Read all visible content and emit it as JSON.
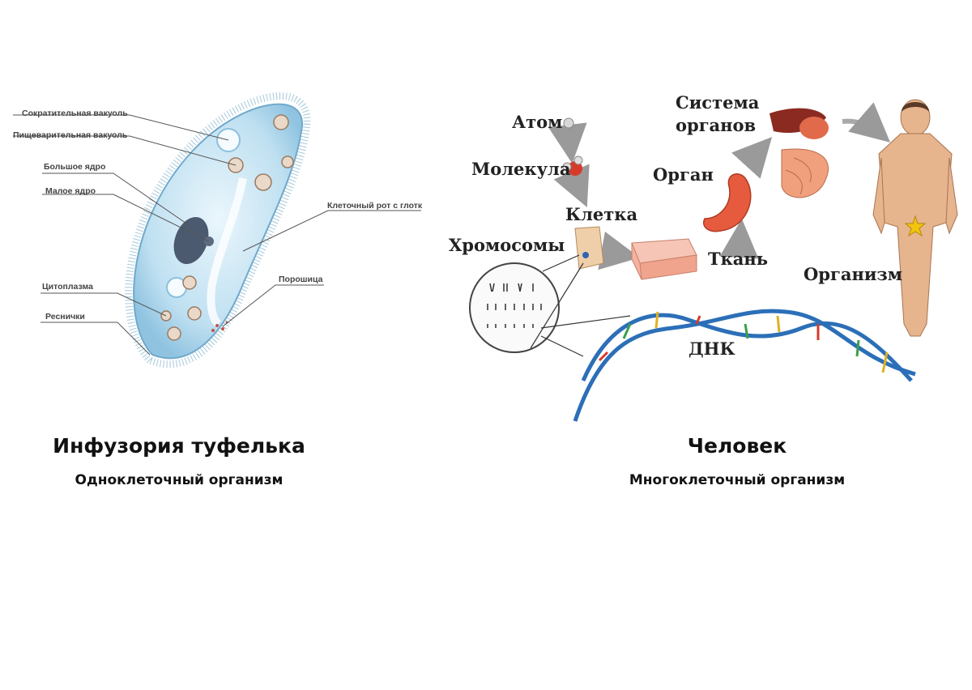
{
  "left": {
    "title": "Инфузория туфелька",
    "subtitle": "Одноклеточный организм",
    "labels": {
      "contractile": "Сократительная вакуоль",
      "digestive": "Пищеварительная вакуоль",
      "macronucleus": "Большое ядро",
      "micronucleus": "Малое ядро",
      "mouth": "Клеточный рот с глотк",
      "pore": "Порошица",
      "cytoplasm": "Цитоплазма",
      "cilia": "Реснички"
    }
  },
  "right": {
    "title": "Человек",
    "subtitle": "Многоклеточный организм",
    "labels": {
      "atom": "Атом",
      "molecule": "Молекула",
      "cell": "Клетка",
      "chromosomes": "Хромосомы",
      "tissue": "Ткань",
      "organ": "Орган",
      "organ_system_1": "Система",
      "organ_system_2": "органов",
      "organism": "Организм",
      "dna": "ДНК"
    }
  },
  "colors": {
    "paramecium_fill": "#cfe8f5",
    "paramecium_edge": "#7fb7d8",
    "nucleus": "#4b5a6e",
    "organ_red": "#e0533a",
    "tissue_pink": "#f2b2a0",
    "skin": "#e6b48d",
    "dna_blue": "#2c6fb8"
  }
}
